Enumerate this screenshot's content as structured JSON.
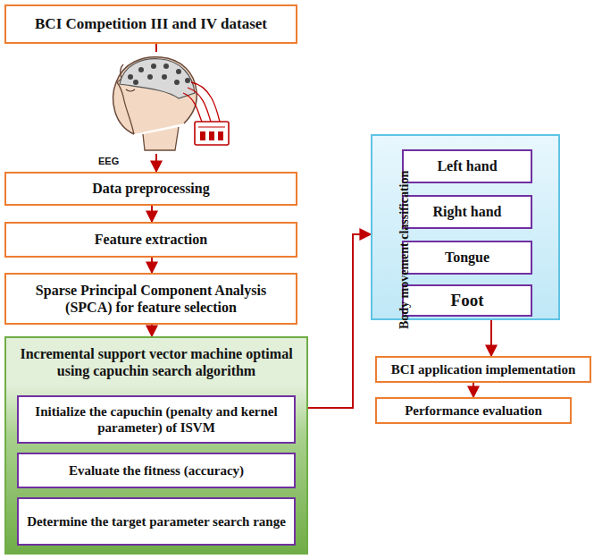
{
  "diagram": {
    "nodes": [
      {
        "text": [
          "BCI Competition III and IV dataset"
        ]
      },
      {
        "text": [
          "Data preprocessing"
        ]
      },
      {
        "text": [
          "Feature extraction"
        ]
      },
      {
        "text": [
          "Sparse Principal Component Analysis (SPCA) for feature selection"
        ]
      },
      {
        "text": [
          "Incremental support vector machine optimal using capuchin search algorithm"
        ]
      },
      {
        "text": [
          "Initialize the capuchin (penalty and kernel parameter) of ISVM"
        ],
        "in": 4
      },
      {
        "text": [
          "Evaluate the fitness (accuracy)"
        ],
        "in": 4
      },
      {
        "text": [
          "Determine the target parameter search range"
        ],
        "in": 4
      },
      {
        "text": []
      },
      {
        "text": [
          "Left hand"
        ],
        "in": 8
      },
      {
        "text": [
          "Right hand"
        ],
        "in": 8
      },
      {
        "text": [
          "Tongue"
        ],
        "in": 8
      },
      {
        "text": [
          "Foot"
        ],
        "in": 8
      },
      {
        "text": [
          "BCI application implementation"
        ]
      },
      {
        "text": [
          "Performance evaluation"
        ]
      }
    ],
    "edges": [
      {
        "from": 0,
        "to": 1,
        "arrow": "to"
      },
      {
        "from": 1,
        "to": 2,
        "arrow": "to"
      },
      {
        "from": 2,
        "to": 3,
        "arrow": "to"
      },
      {
        "from": 3,
        "to": 4,
        "arrow": "to"
      },
      {
        "from": 4,
        "to": 8,
        "label": "Body movement classification",
        "arrow": "to"
      },
      {
        "from": 8,
        "to": 13,
        "arrow": "to"
      },
      {
        "from": 13,
        "to": 14,
        "arrow": "to"
      }
    ],
    "labels": [
      "EEG"
    ]
  }
}
